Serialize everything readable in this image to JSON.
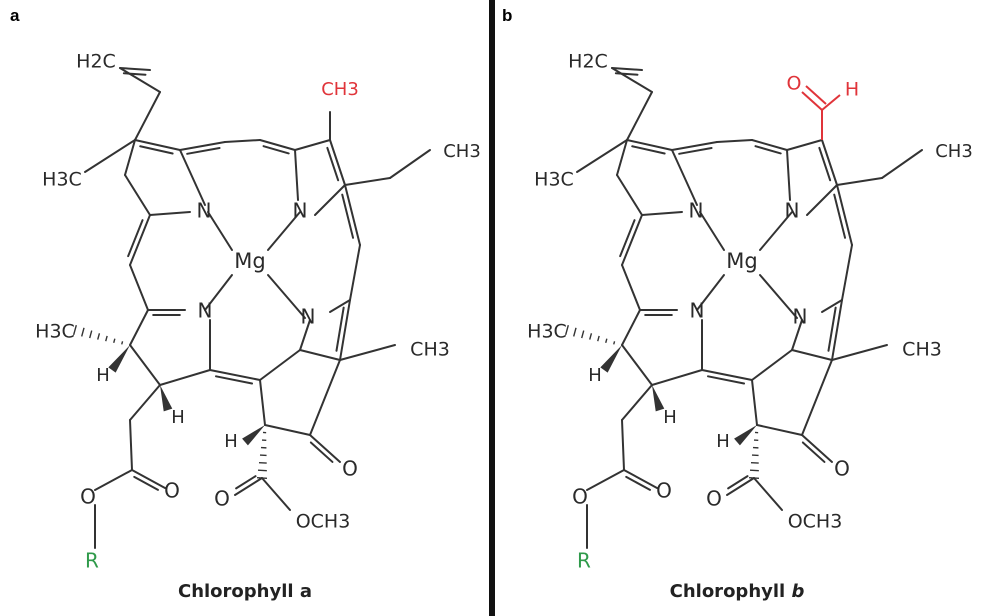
{
  "panel_a": {
    "letter": "a",
    "caption": "Chlorophyll",
    "caption_suffix": "a",
    "highlight_group": "CH3"
  },
  "panel_b": {
    "letter": "b",
    "caption": "Chlorophyll",
    "caption_suffix": "b",
    "highlight_o": "O",
    "highlight_h": "H"
  },
  "labels": {
    "vinyl": "H2C",
    "methyl_left": "H3C",
    "ethyl_methyl": "CH3",
    "mg": "Mg",
    "n": "N",
    "ring_methyl": "CH3",
    "stereo_methyl": "H3C",
    "h": "H",
    "o": "O",
    "ester": "OCH3",
    "r": "R"
  },
  "colors": {
    "highlight": "#e0343a",
    "r_group": "#2f9a4a",
    "bond": "#333333"
  }
}
